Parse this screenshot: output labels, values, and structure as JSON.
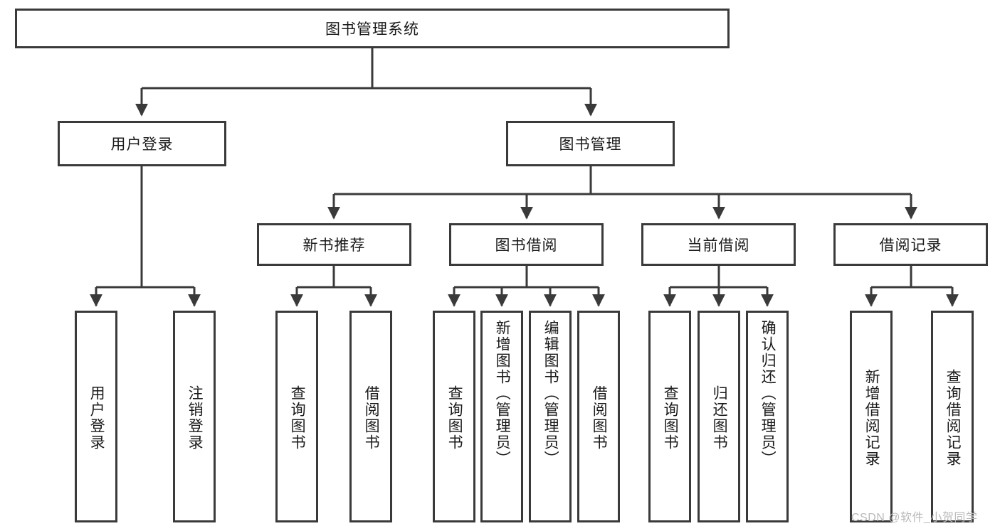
{
  "diagram": {
    "type": "tree",
    "title": "图书管理系统",
    "watermark": "CSDN @软件_小贺同学",
    "colors": {
      "box_border": "#3a3a3a",
      "box_fill": "#ffffff",
      "line": "#3a3a3a",
      "text": "#1a1a1a",
      "watermark": "#b9b9b9",
      "background": "#ffffff"
    },
    "root": {
      "label": "图书管理系统"
    },
    "level2": [
      {
        "label": "用户登录"
      },
      {
        "label": "图书管理"
      }
    ],
    "level3": [
      {
        "label": "新书推荐"
      },
      {
        "label": "图书借阅"
      },
      {
        "label": "当前借阅"
      },
      {
        "label": "借阅记录"
      }
    ],
    "leaves": {
      "user_login": [
        {
          "label": "用户登录"
        },
        {
          "label": "注销登录"
        }
      ],
      "new_book": [
        {
          "label": "查询图书"
        },
        {
          "label": "借阅图书"
        }
      ],
      "book_borrow": [
        {
          "label": "查询图书"
        },
        {
          "label": "新增图书（管理员）"
        },
        {
          "label": "编辑图书（管理员）"
        },
        {
          "label": "借阅图书"
        }
      ],
      "current_borrow": [
        {
          "label": "查询图书"
        },
        {
          "label": "归还图书"
        },
        {
          "label": "确认归还（管理员）"
        }
      ],
      "borrow_record": [
        {
          "label": "新增借阅记录"
        },
        {
          "label": "查询借阅记录"
        }
      ]
    }
  }
}
